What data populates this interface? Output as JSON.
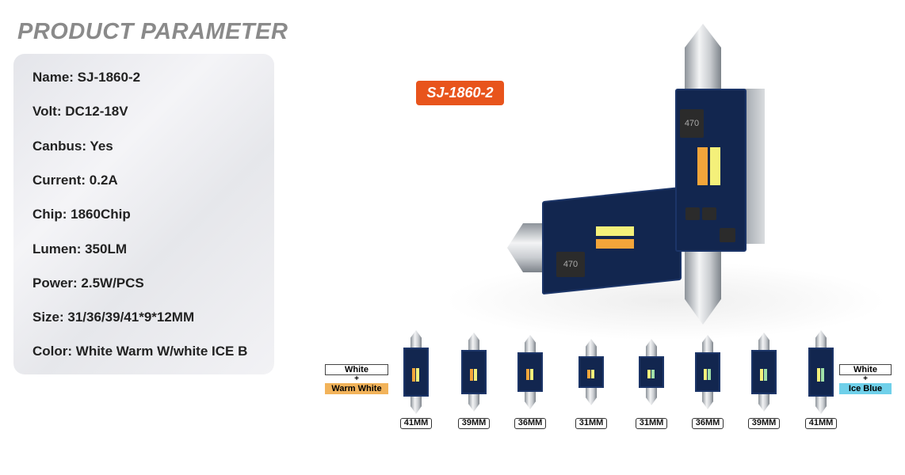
{
  "title": "PRODUCT PARAMETER",
  "params": [
    "Name: SJ-1860-2",
    "Volt: DC12-18V",
    "Canbus: Yes",
    "Current: 0.2A",
    "Chip: 1860Chip",
    "Lumen: 350LM",
    "Power: 2.5W/PCS",
    "Size: 31/36/39/41*9*12MM",
    "Color: White Warm W/white ICE B"
  ],
  "badge": "SJ-1860-2",
  "chip_label": "470",
  "legend_left": {
    "top": "White",
    "plus": "+",
    "bottom": "Warm White",
    "color": "#f2b35a"
  },
  "legend_right": {
    "top": "White",
    "plus": "+",
    "bottom": "Ice Blue",
    "color": "#6fd0ea"
  },
  "sizes": [
    "41MM",
    "39MM",
    "36MM",
    "31MM",
    "31MM",
    "36MM",
    "39MM",
    "41MM"
  ],
  "colors": {
    "badge": "#e8541c",
    "pcb": "#12264f"
  }
}
